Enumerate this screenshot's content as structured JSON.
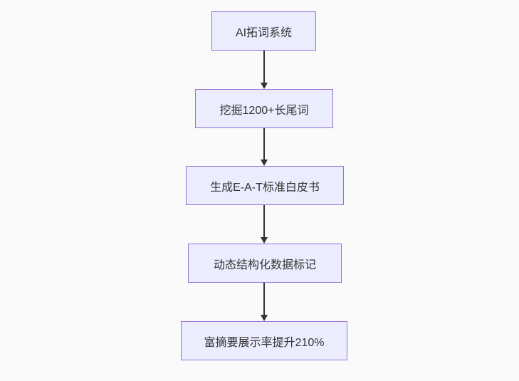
{
  "diagram": {
    "type": "flowchart",
    "direction": "top-down",
    "colors": {
      "background": "#fafafa",
      "node_fill": "#ececff",
      "node_border": "#9370db",
      "node_text": "#333333",
      "edge": "#333333"
    },
    "nodes": [
      {
        "label": "AI拓词系统"
      },
      {
        "label": "挖掘1200+长尾词"
      },
      {
        "label": "生成E-A-T标准白皮书"
      },
      {
        "label": "动态结构化数据标记"
      },
      {
        "label": "富摘要展示率提升210%"
      }
    ],
    "edges": [
      {
        "from": 0,
        "to": 1,
        "style": "arrow"
      },
      {
        "from": 1,
        "to": 2,
        "style": "arrow"
      },
      {
        "from": 2,
        "to": 3,
        "style": "arrow"
      },
      {
        "from": 3,
        "to": 4,
        "style": "arrow"
      }
    ]
  }
}
